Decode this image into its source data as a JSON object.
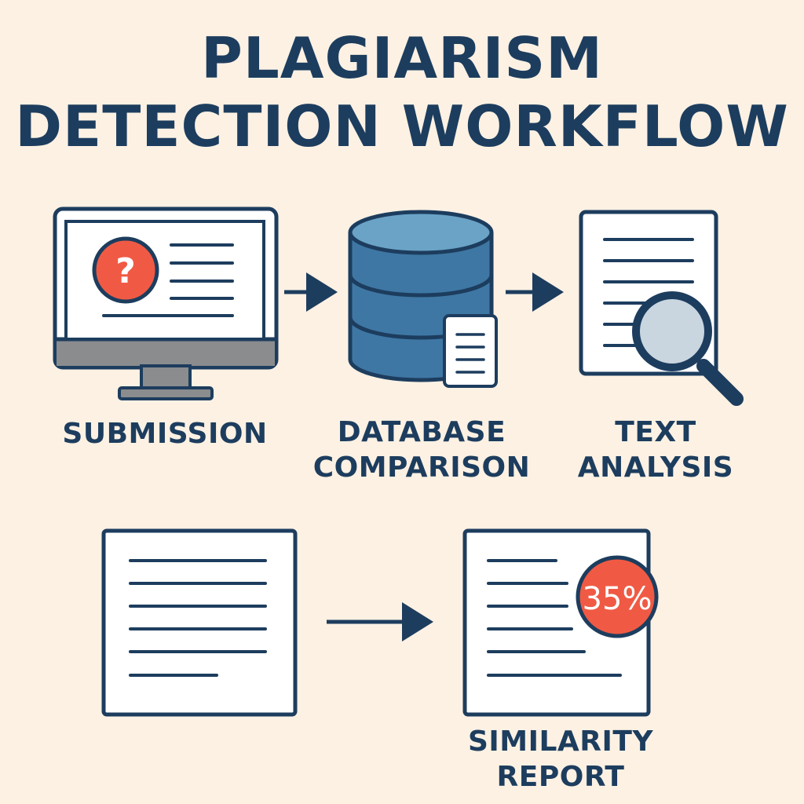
{
  "title": {
    "line1": "PLAGIARISM",
    "line2": "DETECTION WORKFLOW"
  },
  "steps": [
    {
      "id": "submission",
      "lines": [
        "SUBMISSION"
      ],
      "icon": "monitor-icon"
    },
    {
      "id": "database-comparison",
      "lines": [
        "DATABASE",
        "COMPARISON"
      ],
      "icon": "database-icon"
    },
    {
      "id": "text-analysis",
      "lines": [
        "TEXT",
        "ANALYSIS"
      ],
      "icon": "magnifier-document-icon"
    },
    {
      "id": "source-document",
      "lines": [],
      "icon": "document-icon"
    },
    {
      "id": "similarity-report",
      "lines": [
        "SIMILARITY",
        "REPORT"
      ],
      "icon": "report-document-icon"
    }
  ],
  "similarity_badge": {
    "value": "35%"
  },
  "colors": {
    "background": "#FCF1E3",
    "navy": "#1D3D5E",
    "accent_red": "#F05A44",
    "database_blue": "#3E77A4",
    "database_top": "#6AA3C6",
    "monitor_frame": "#8A8C8E",
    "lens": "#C9D6E0"
  }
}
